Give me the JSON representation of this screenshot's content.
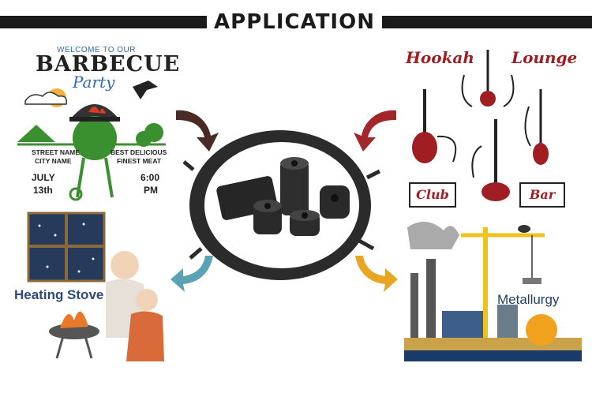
{
  "header": {
    "title": "APPLICATION"
  },
  "barbecue": {
    "welcome": "WELCOME TO OUR",
    "title": "BARBECUE",
    "party": "Party",
    "street": "STREET NAME",
    "city": "CITY NAME",
    "best": "BEST DELICIOUS",
    "finest": "FINEST MEAT",
    "month": "JULY",
    "day": "13th",
    "time": "6:00",
    "ampm": "PM"
  },
  "hookah": {
    "word1": "Hookah",
    "word2": "Lounge",
    "club": "Club",
    "bar": "Bar"
  },
  "heating": {
    "label": "Heating Stove"
  },
  "metallurgy": {
    "label": "Metallurgy"
  },
  "colors": {
    "arrow_dark": "#4a2a25",
    "arrow_red": "#a3262a",
    "arrow_blue": "#5aa3b5",
    "arrow_gold": "#e8a521"
  }
}
